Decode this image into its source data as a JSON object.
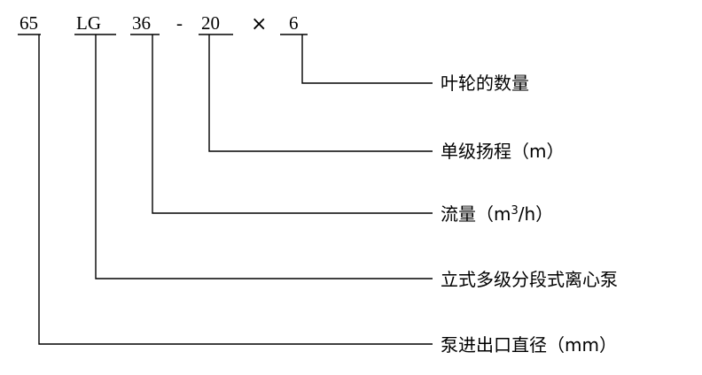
{
  "model_code": {
    "parts": [
      {
        "id": "inlet",
        "text": "65"
      },
      {
        "id": "type",
        "text": "LG"
      },
      {
        "id": "flow",
        "text": "36"
      },
      {
        "id": "head",
        "text": "20"
      },
      {
        "id": "stages",
        "text": "6"
      }
    ],
    "dash": "-",
    "times": "×"
  },
  "labels": {
    "stages": "叶轮的数量",
    "head": "单级扬程（m）",
    "flow_prefix": "流量（m",
    "flow_sup": "3",
    "flow_suffix": "/h）",
    "type": "立式多级分段式离心泵",
    "inlet": "泵进出口直径（mm）"
  }
}
